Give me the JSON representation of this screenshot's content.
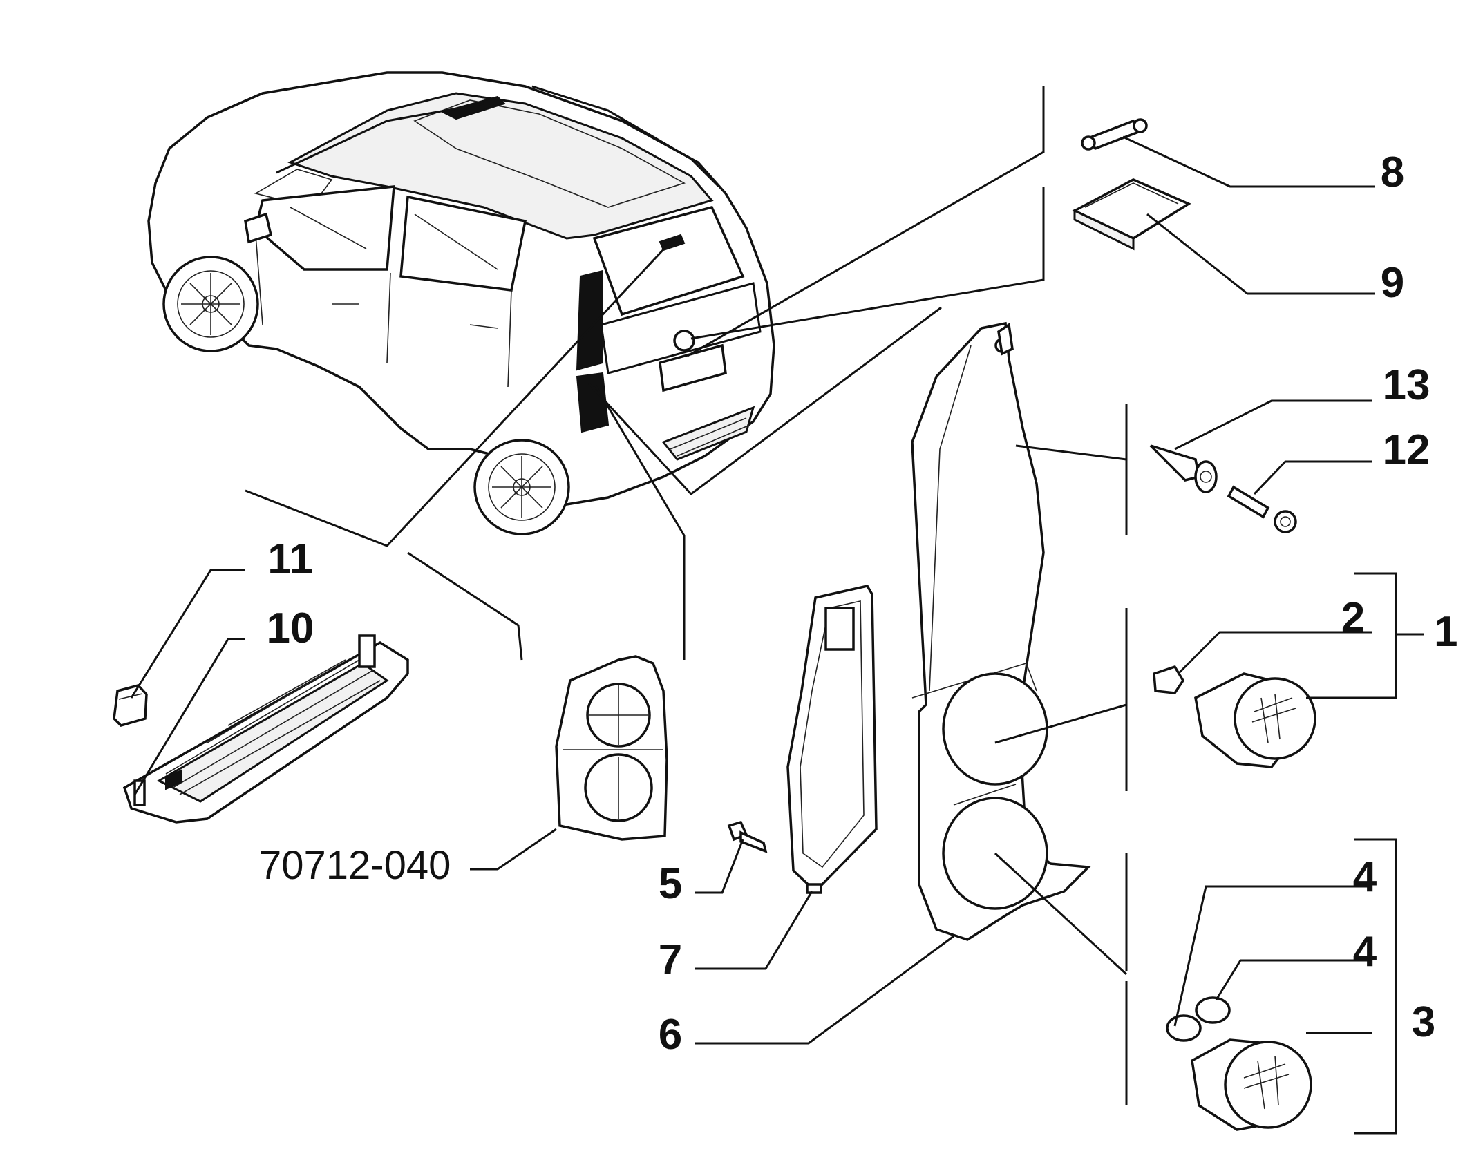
{
  "diagram": {
    "part_number": "70712-040",
    "callouts": [
      {
        "id": "c1",
        "label": "1"
      },
      {
        "id": "c2",
        "label": "2"
      },
      {
        "id": "c3",
        "label": "3"
      },
      {
        "id": "c4a",
        "label": "4"
      },
      {
        "id": "c4b",
        "label": "4"
      },
      {
        "id": "c5",
        "label": "5"
      },
      {
        "id": "c6",
        "label": "6"
      },
      {
        "id": "c7",
        "label": "7"
      },
      {
        "id": "c8",
        "label": "8"
      },
      {
        "id": "c9",
        "label": "9"
      },
      {
        "id": "c10",
        "label": "10"
      },
      {
        "id": "c11",
        "label": "11"
      },
      {
        "id": "c12",
        "label": "12"
      },
      {
        "id": "c13",
        "label": "13"
      }
    ]
  }
}
